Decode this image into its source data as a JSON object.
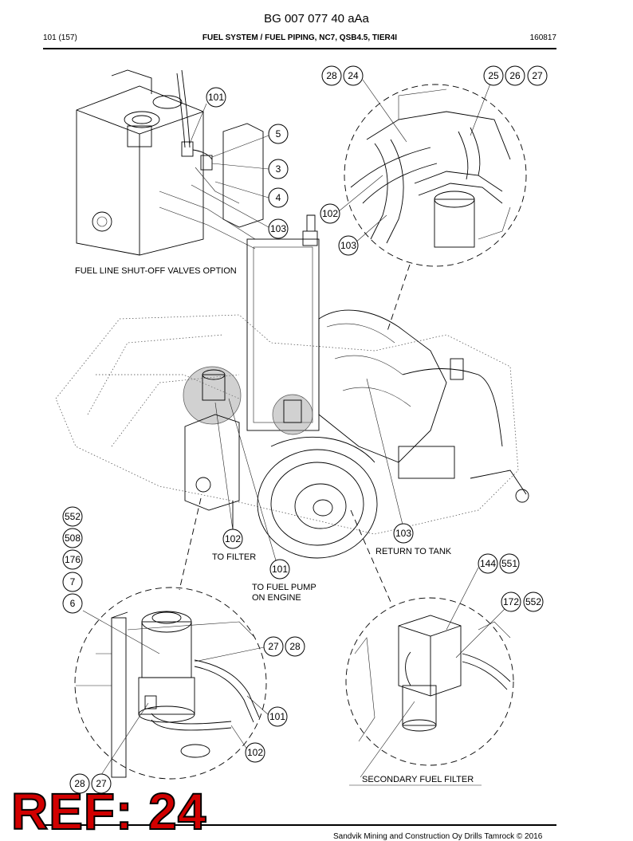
{
  "header": {
    "doc_code": "BG 007 077 40 aAa",
    "page": "101 (157)",
    "title": "FUEL SYSTEM / FUEL PIPING, NC7, QSB4.5, TIER4I",
    "date": "160817"
  },
  "labels": {
    "shutoff": "FUEL LINE SHUT-OFF VALVES OPTION",
    "to_filter": "TO FILTER",
    "to_pump_1": "TO FUEL PUMP",
    "to_pump_2": "ON ENGINE",
    "return": "RETURN TO TANK",
    "secondary": "SECONDARY FUEL FILTER"
  },
  "callouts": {
    "c101a": "101",
    "c5": "5",
    "c3": "3",
    "c4": "4",
    "c103a": "103",
    "c28a": "28",
    "c24": "24",
    "c25": "25",
    "c26": "26",
    "c27a": "27",
    "c102a": "102",
    "c103b": "103",
    "c552a": "552",
    "c508": "508",
    "c176": "176",
    "c7": "7",
    "c6": "6",
    "c102b": "102",
    "c101b": "101",
    "c103c": "103",
    "c144": "144",
    "c551": "551",
    "c172": "172",
    "c552b": "552",
    "c27b": "27",
    "c28b": "28",
    "c101c": "101",
    "c102c": "102",
    "c28c": "28",
    "c27c": "27"
  },
  "footer": {
    "copyright": "Sandvik Mining and Construction Oy Drills Tamrock © 2016",
    "ref": "REF: 24"
  }
}
